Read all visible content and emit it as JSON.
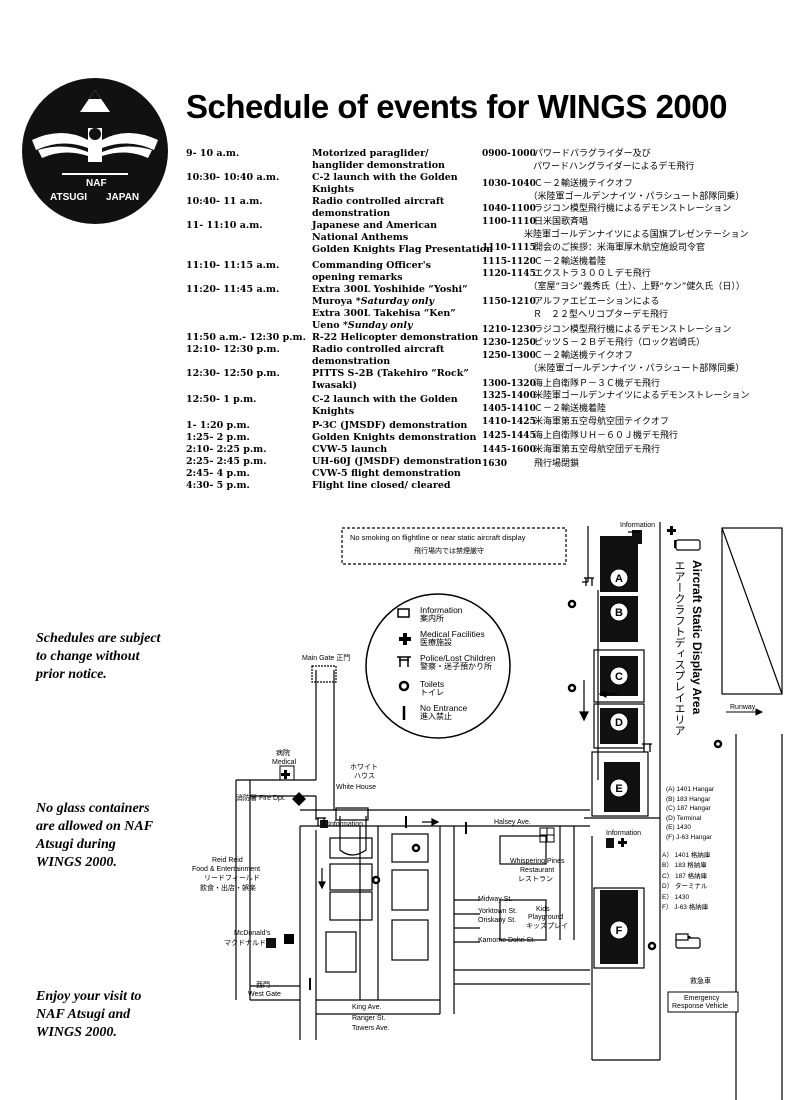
{
  "title": "Schedule of events for WINGS 2000",
  "logo": {
    "line1": "NAF",
    "line2": "ATSUGI",
    "line3": "JAPAN"
  },
  "schedule_en": [
    {
      "time": "9- 10 a.m.",
      "lines": [
        "Motorized paraglider/",
        "hanglider demonstration"
      ]
    },
    {
      "time": "10:30- 10:40 a.m.",
      "lines": [
        "C-2 launch with the Golden",
        "Knights"
      ]
    },
    {
      "time": "10:40- 11 a.m.",
      "lines": [
        "Radio controlled aircraft",
        "demonstration"
      ]
    },
    {
      "time": "11- 11:10 a.m.",
      "lines": [
        "Japanese and American",
        "National     Anthems",
        "Golden Knights Flag Presentation"
      ]
    },
    {
      "time": "11:10- 11:15 a.m.",
      "lines": [
        "Commanding Officer's",
        "opening      remarks"
      ]
    },
    {
      "time": "11:20- 11:45 a.m.",
      "lines": [
        "Extra 300L Yoshihide “Yoshi”",
        "Muroya *Saturday only",
        "Extra 300L Takehisa “Ken”",
        "Ueno *Sunday only"
      ]
    },
    {
      "time": "11:50 a.m.- 12:30 p.m.",
      "lines": [
        "R-22 Helicopter demonstration"
      ]
    },
    {
      "time": "12:10- 12:30 p.m.",
      "lines": [
        "Radio controlled aircraft",
        "demonstration"
      ]
    },
    {
      "time": "12:30- 12:50 p.m.",
      "lines": [
        "PITTS S-2B (Takehiro “Rock”",
        "Iwasaki)"
      ]
    },
    {
      "time": "12:50- 1 p.m.",
      "lines": [
        "C-2 launch with the Golden",
        "Knights"
      ]
    },
    {
      "time": "1- 1:20 p.m.",
      "lines": [
        "P-3C (JMSDF) demonstration"
      ]
    },
    {
      "time": "1:25- 2 p.m.",
      "lines": [
        "Golden Knights demonstration"
      ]
    },
    {
      "time": "2:10- 2:25 p.m.",
      "lines": [
        "CVW-5 launch"
      ]
    },
    {
      "time": "2:25- 2:45 p.m.",
      "lines": [
        "UH-60J (JMSDF) demonstration"
      ]
    },
    {
      "time": "2:45- 4 p.m.",
      "lines": [
        "CVW-5 flight demonstration"
      ]
    },
    {
      "time": "4:30- 5 p.m.",
      "lines": [
        "Flight line closed/ cleared"
      ]
    }
  ],
  "schedule_jp": [
    {
      "time": "0900-1000",
      "lines": [
        "パワードパラグライダー及び",
        "　パワードハングライダーによるデモ飛行"
      ]
    },
    {
      "time": "1030-1040",
      "lines": [
        "Ｃ－２輸送機テイクオフ",
        "　（米陸軍ゴールデンナイツ・パラシュート部隊同乗）"
      ]
    },
    {
      "time": "1040-1100",
      "lines": [
        "ラジコン模型飛行機によるデモンストレーション"
      ]
    },
    {
      "time": "1100-1110",
      "lines": [
        "日米国歌斉唱",
        "米陸軍ゴールデンナイツによる国旗プレゼンテーション"
      ]
    },
    {
      "time": "1110-1115",
      "lines": [
        "開会のご挨拶：米海軍厚木航空施設司令官"
      ]
    },
    {
      "time": "1115-1120",
      "lines": [
        "Ｃ－２輸送機着陸"
      ]
    },
    {
      "time": "1120-1145",
      "lines": [
        "エクストラ３００Ｌデモ飛行",
        "　（室屋“ヨシ”義秀氏（土）、上野“ケン”健久氏（日））"
      ]
    },
    {
      "time": "1150-1210",
      "lines": [
        "アルファエビエーションによる",
        "　Ｒ　２２型ヘリコプターデモ飛行"
      ]
    },
    {
      "time": "1210-1230",
      "lines": [
        "ラジコン模型飛行機によるデモンストレーション"
      ]
    },
    {
      "time": "1230-1250",
      "lines": [
        "ピッツＳ－２Ｂデモ飛行（ロック岩崎氏）"
      ]
    },
    {
      "time": "1250-1300",
      "lines": [
        "Ｃ－２輸送機テイクオフ",
        "　（米陸軍ゴールデンナイツ・パラシュート部隊同乗）"
      ]
    },
    {
      "time": "1300-1320",
      "lines": [
        "海上自衛隊Ｐ－３Ｃ機デモ飛行"
      ]
    },
    {
      "time": "1325-1400",
      "lines": [
        "米陸軍ゴールデンナイツによるデモンストレーション"
      ]
    },
    {
      "time": "1405-1410",
      "lines": [
        "Ｃ－２輸送機着陸"
      ]
    },
    {
      "time": "1410-1425",
      "lines": [
        "米海軍第五空母航空団テイクオフ"
      ]
    },
    {
      "time": "1425-1445",
      "lines": [
        "海上自衛隊ＵＨ－６０Ｊ機デモ飛行"
      ]
    },
    {
      "time": "1445-1600",
      "lines": [
        "米海軍第五空母航空団デモ飛行"
      ]
    },
    {
      "time": "1630",
      "lines": [
        "飛行場閉鎖"
      ]
    }
  ],
  "notes": {
    "schedule": [
      "Schedules are subject",
      "to change without",
      "prior notice."
    ],
    "glass": [
      "No glass containers",
      "are allowed on NAF",
      "Atsugi       during",
      "WINGS 2000."
    ],
    "enjoy": [
      "Enjoy your visit to",
      "NAF  Atsugi  and",
      "WINGS 2000."
    ]
  },
  "map": {
    "notice_en": "No smoking on flightline or near static aircraft display",
    "notice_jp": "飛行場内では禁煙厳守",
    "legend": [
      {
        "icon": "information-icon",
        "en": "Information",
        "jp": "案内所"
      },
      {
        "icon": "medical-cross-icon",
        "en": "Medical Facilities",
        "jp": "医療施設"
      },
      {
        "icon": "torii-police-icon",
        "en": "Police/Lost Children",
        "jp": "警察・迷子預かり所"
      },
      {
        "icon": "toilet-icon",
        "en": "Toilets",
        "jp": "トイレ"
      },
      {
        "icon": "no-entrance-icon",
        "en": "No Entrance",
        "jp": "進入禁止"
      }
    ],
    "static_area_en": "Aircraft Static Display Area",
    "static_area_jp": "エアークラフトディスプレイエリア",
    "zones": [
      "A",
      "B",
      "C",
      "D",
      "E",
      "F"
    ],
    "hangars_en": [
      "(A) 1401 Hangar",
      "(B) 183 Hangar",
      "(C) 187 Hangar",
      "(D) Terminal",
      "(E) 1430",
      "(F) J-63 Hangar"
    ],
    "hangars_jp": [
      "A） 1401 格納庫",
      "B） 183 格納庫",
      "C） 187 格納庫",
      "D） ターミナル",
      "E） 1430",
      "F） J-63 格納庫"
    ],
    "labels": {
      "information_top": "Information",
      "information_mid": "Information",
      "information_left": "Information",
      "runway": "Runway",
      "main_gate": "Main Gate",
      "main_gate_jp": "正門",
      "medical_jp": "病院",
      "medical": "Medical",
      "white_house_jp1": "ホワイト",
      "white_house_jp2": "ハウス",
      "white_house": "White House",
      "fire_dept": "消防署 Fire Dpt.",
      "halsey": "Halsey Ave.",
      "reid1": "Reid Reid",
      "reid2": "Food & Entertainment",
      "reid3": "リードフィールド",
      "reid4": "飲食・出店・娯楽",
      "whispering1": "Whispering Pines",
      "whispering2": "Restaurant",
      "whispering3": "レストラン",
      "midway": "Midway St.",
      "yorktown": "Yorktown St.",
      "oriskany": "Oriskany St.",
      "kids1": "Kids",
      "kids2": "Playground",
      "kids3": "キッズプレイ",
      "kamome": "Kamome Dohri St.",
      "mcdonalds1": "McDonald's",
      "mcdonalds2": "マクドナルド",
      "west_gate_jp": "西門",
      "west_gate": "West Gate",
      "king": "King Ave.",
      "ranger": "Ranger St.",
      "towers": "Towers Ave.",
      "emergency_jp": "救急車",
      "emergency1": "Emergency",
      "emergency2": "Response Vehicle"
    }
  }
}
